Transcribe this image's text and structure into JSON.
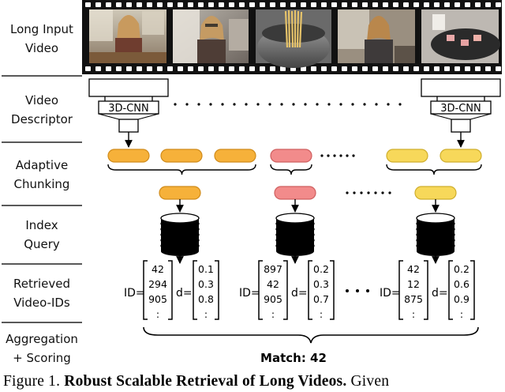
{
  "stage_labels": [
    {
      "id": "long-input-video",
      "lines": [
        "Long Input",
        "Video"
      ]
    },
    {
      "id": "video-descriptor",
      "lines": [
        "Video",
        "Descriptor"
      ]
    },
    {
      "id": "adaptive-chunking",
      "lines": [
        "Adaptive",
        "Chunking"
      ]
    },
    {
      "id": "index-query",
      "lines": [
        "Index",
        "Query"
      ]
    },
    {
      "id": "retrieved-video-ids",
      "lines": [
        "Retrieved",
        "Video-IDs"
      ]
    },
    {
      "id": "aggregation-scoring",
      "lines": [
        "Aggregation",
        "+ Scoring"
      ]
    }
  ],
  "descriptor_label": "3D-CNN",
  "id_label": "ID=",
  "d_label": "d=",
  "retrieval_groups": [
    {
      "ids": [
        "42",
        "294",
        "905",
        ":"
      ],
      "dists": [
        "0.1",
        "0.3",
        "0.8",
        ":"
      ]
    },
    {
      "ids": [
        "897",
        "42",
        "905",
        ":"
      ],
      "dists": [
        "0.2",
        "0.3",
        "0.7",
        ":"
      ]
    },
    {
      "ids": [
        "42",
        "12",
        "875",
        ":"
      ],
      "dists": [
        "0.2",
        "0.6",
        "0.9",
        ":"
      ]
    }
  ],
  "match_text": "Match: 42",
  "caption": {
    "prefix": "Figure 1.",
    "bold": "Robust Scalable Retrieval of Long Videos.",
    "suffix": "Given"
  },
  "colors": {
    "orange": "#f6b13a",
    "orange_stroke": "#d08b1a",
    "pink": "#f28b8b",
    "pink_stroke": "#cf5f5f",
    "yellow": "#f7d85a",
    "yellow_stroke": "#cfae2c",
    "divider": "#222222",
    "film": "#111111"
  }
}
